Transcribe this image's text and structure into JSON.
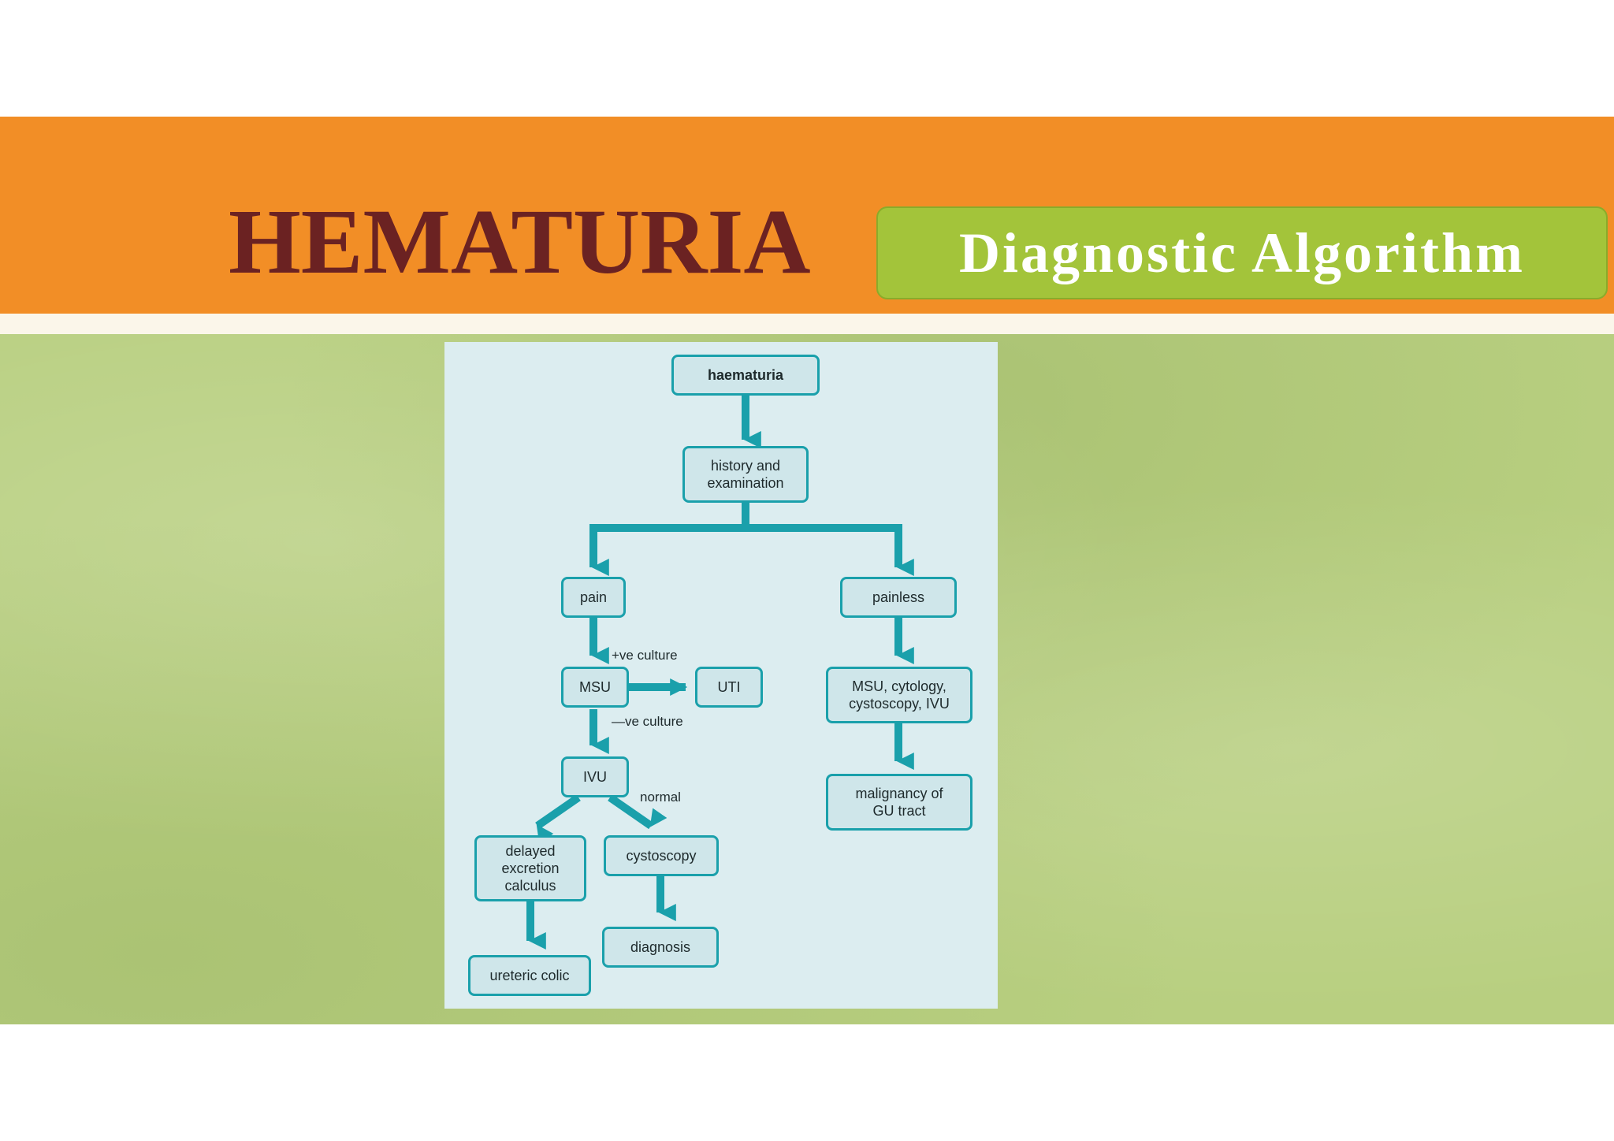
{
  "header": {
    "title": "HEMATURIA",
    "subtitle": "Diagnostic Algorithm"
  },
  "flowchart": {
    "nodes": {
      "haematuria": "haematuria",
      "history": "history and\nexamination",
      "pain": "pain",
      "painless": "painless",
      "msu": "MSU",
      "uti": "UTI",
      "msu_cytology": "MSU, cytology,\ncystoscopy, IVU",
      "ivu": "IVU",
      "malignancy": "malignancy of\nGU tract",
      "delayed": "delayed\nexcretion\ncalculus",
      "cystoscopy": "cystoscopy",
      "ureteric_colic": "ureteric colic",
      "diagnosis": "diagnosis"
    },
    "edge_labels": {
      "positive_culture": "+ve culture",
      "negative_culture": "—ve culture",
      "normal": "normal"
    },
    "colors": {
      "arrow": "#1aa0ab",
      "node_border": "#1aa0ab",
      "node_fill": "#cfe6ea",
      "panel": "#dcedf0"
    }
  }
}
